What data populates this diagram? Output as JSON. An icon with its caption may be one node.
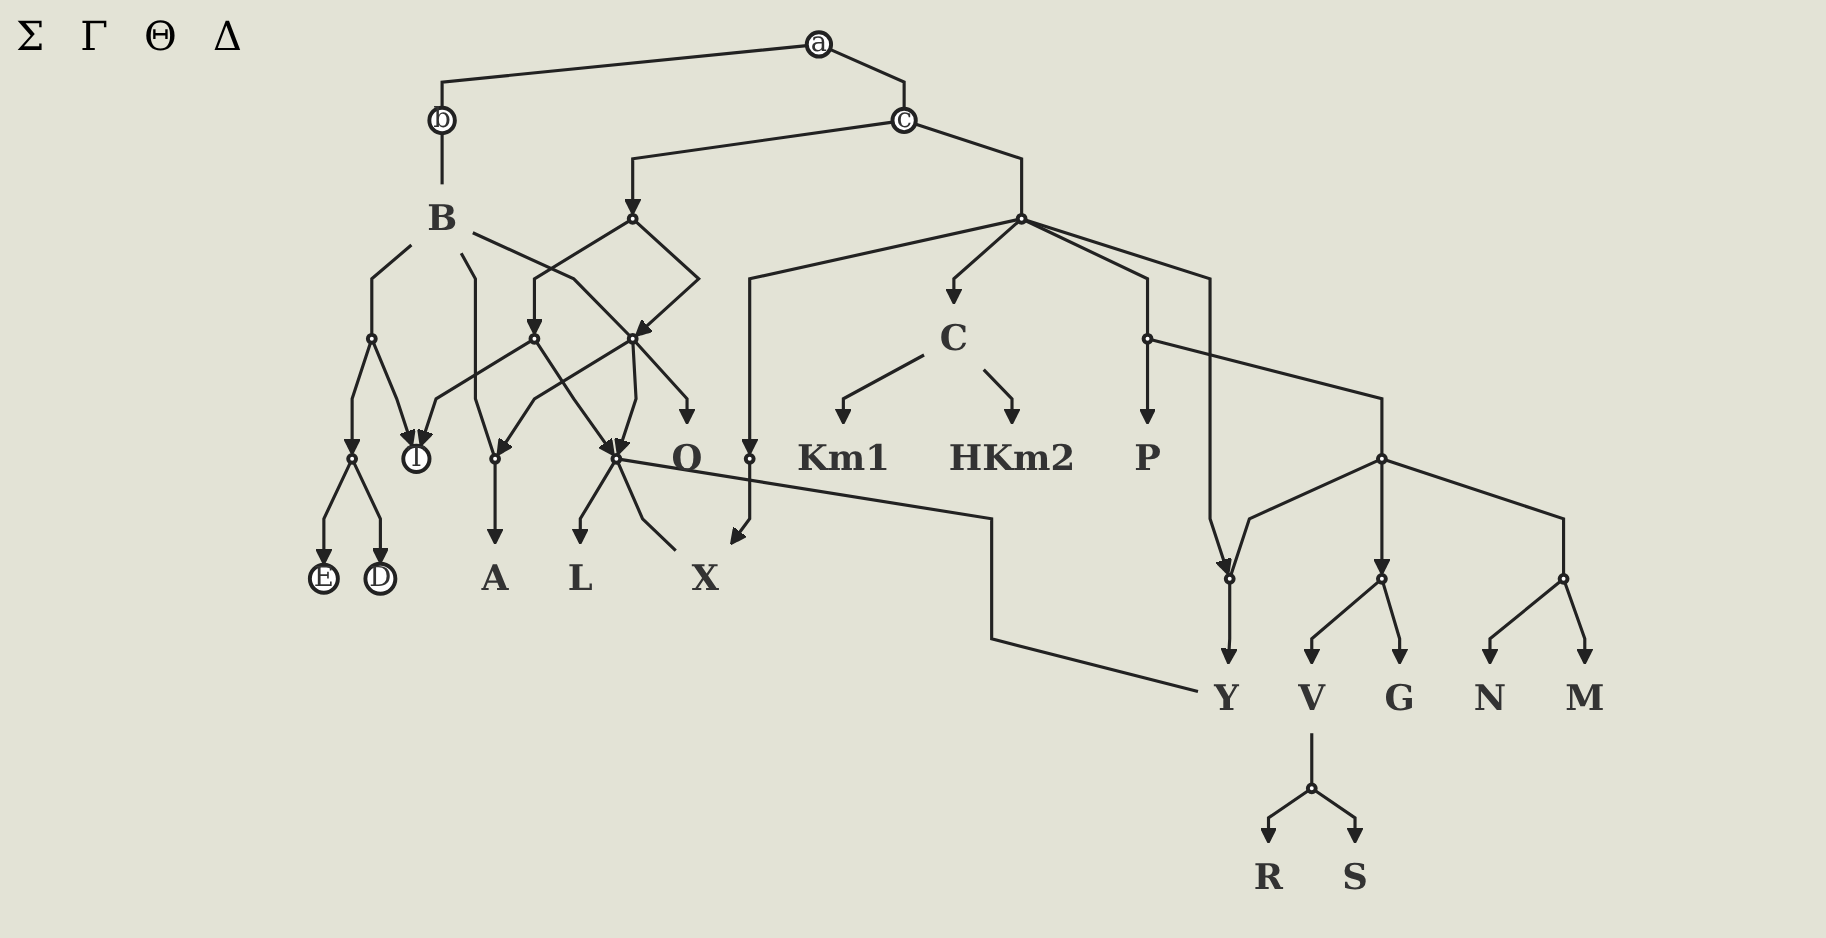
{
  "diagram": {
    "nodes": [
      {
        "text": [
          "a"
        ]
      },
      {
        "text": [
          "b"
        ]
      },
      {
        "text": [
          "c"
        ]
      },
      {
        "text": [
          "B"
        ]
      },
      {
        "text": [],
        "shape": "circle"
      },
      {
        "text": [],
        "shape": "circle"
      },
      {
        "text": [
          "E"
        ]
      },
      {
        "text": [
          "D"
        ]
      },
      {
        "text": [
          "T"
        ]
      },
      {
        "text": [],
        "shape": "circle"
      },
      {
        "text": [],
        "shape": "circle"
      },
      {
        "text": [],
        "shape": "circle"
      },
      {
        "text": [],
        "shape": "circle"
      },
      {
        "text": [],
        "shape": "circle"
      },
      {
        "text": [
          "A"
        ]
      },
      {
        "text": [
          "O"
        ]
      },
      {
        "text": [
          "L"
        ]
      },
      {
        "text": [
          "X"
        ]
      },
      {
        "text": [
          "Y"
        ]
      },
      {
        "text": [],
        "shape": "circle"
      },
      {
        "text": [],
        "shape": "circle"
      },
      {
        "text": [],
        "shape": "circle"
      },
      {
        "text": [
          "C"
        ]
      },
      {
        "text": [
          "Km1"
        ]
      },
      {
        "text": [
          "HKm2"
        ]
      },
      {
        "text": [],
        "shape": "circle"
      },
      {
        "text": [
          "P"
        ]
      },
      {
        "text": [],
        "shape": "circle"
      },
      {
        "text": [],
        "shape": "circle"
      },
      {
        "text": [
          "V"
        ]
      },
      {
        "text": [],
        "shape": "circle"
      },
      {
        "text": [
          "R"
        ]
      },
      {
        "text": [
          "S"
        ]
      },
      {
        "text": [
          "G"
        ]
      },
      {
        "text": [],
        "shape": "circle"
      },
      {
        "text": [
          "N"
        ]
      },
      {
        "text": [
          "M"
        ]
      }
    ],
    "edges": [
      {
        "from": 0,
        "to": 1,
        "arrow": "none"
      },
      {
        "from": 0,
        "to": 2,
        "arrow": "none"
      },
      {
        "from": 1,
        "to": 3,
        "arrow": "none"
      },
      {
        "from": 3,
        "to": 4,
        "arrow": "none"
      },
      {
        "from": 4,
        "to": 5,
        "arrow": "to"
      },
      {
        "from": 4,
        "to": 8,
        "arrow": "to"
      },
      {
        "from": 5,
        "to": 6,
        "arrow": "to"
      },
      {
        "from": 5,
        "to": 7,
        "arrow": "to"
      },
      {
        "from": 3,
        "to": 9,
        "arrow": "none"
      },
      {
        "from": 3,
        "to": 10,
        "arrow": "none"
      },
      {
        "from": 2,
        "to": 11,
        "arrow": "to"
      },
      {
        "from": 11,
        "to": 10,
        "arrow": "to"
      },
      {
        "from": 10,
        "to": 9,
        "arrow": "to"
      },
      {
        "from": 11,
        "to": 12,
        "arrow": "to"
      },
      {
        "from": 12,
        "to": 8,
        "arrow": "to"
      },
      {
        "from": 12,
        "to": 13,
        "arrow": "to"
      },
      {
        "from": 10,
        "to": 13,
        "arrow": "to"
      },
      {
        "from": 9,
        "to": 14,
        "arrow": "to"
      },
      {
        "from": 10,
        "to": 15,
        "arrow": "to"
      },
      {
        "from": 13,
        "to": 16,
        "arrow": "to"
      },
      {
        "from": 13,
        "to": 17,
        "arrow": "none"
      },
      {
        "from": 13,
        "to": 18,
        "arrow": "none"
      },
      {
        "from": 2,
        "to": 19,
        "arrow": "none"
      },
      {
        "from": 19,
        "to": 20,
        "arrow": "to"
      },
      {
        "from": 20,
        "to": 17,
        "arrow": "to"
      },
      {
        "from": 19,
        "to": 21,
        "arrow": "to"
      },
      {
        "from": 21,
        "to": 18,
        "arrow": "to"
      },
      {
        "from": 19,
        "to": 22,
        "arrow": "to"
      },
      {
        "from": 22,
        "to": 23,
        "arrow": "to"
      },
      {
        "from": 22,
        "to": 24,
        "arrow": "to"
      },
      {
        "from": 19,
        "to": 25,
        "arrow": "none"
      },
      {
        "from": 25,
        "to": 26,
        "arrow": "to"
      },
      {
        "from": 25,
        "to": 27,
        "arrow": "none"
      },
      {
        "from": 27,
        "to": 21,
        "arrow": "none"
      },
      {
        "from": 27,
        "to": 28,
        "arrow": "to"
      },
      {
        "from": 28,
        "to": 29,
        "arrow": "to"
      },
      {
        "from": 29,
        "to": 30,
        "arrow": "none"
      },
      {
        "from": 30,
        "to": 31,
        "arrow": "to"
      },
      {
        "from": 30,
        "to": 32,
        "arrow": "to"
      },
      {
        "from": 28,
        "to": 33,
        "arrow": "to"
      },
      {
        "from": 27,
        "to": 34,
        "arrow": "none"
      },
      {
        "from": 34,
        "to": 35,
        "arrow": "to"
      },
      {
        "from": 34,
        "to": 36,
        "arrow": "to"
      }
    ],
    "labels": [
      "Σ",
      "Γ",
      "Θ",
      "Δ"
    ]
  }
}
